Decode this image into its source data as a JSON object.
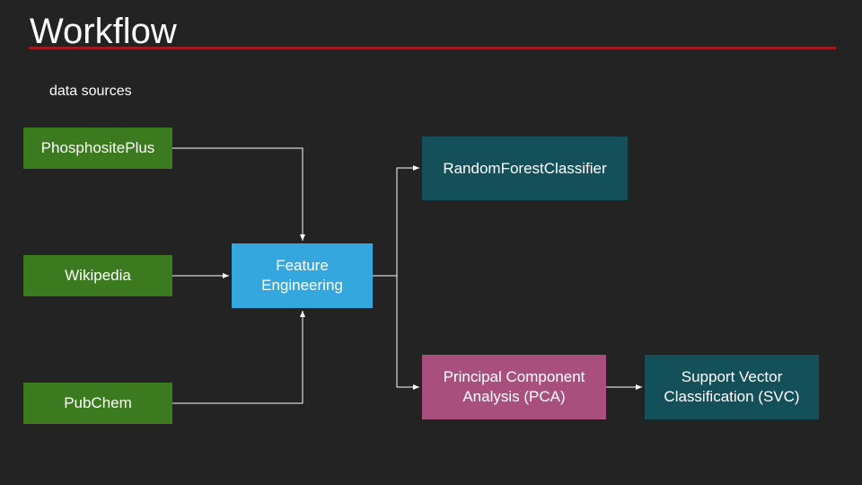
{
  "slide": {
    "title": "Workflow",
    "section_label": "data sources"
  },
  "sources": {
    "phosphositeplus": "PhosphositePlus",
    "wikipedia": "Wikipedia",
    "pubchem": "PubChem"
  },
  "feature_engineering": {
    "line1": "Feature",
    "line2": "Engineering"
  },
  "models": {
    "random_forest": "RandomForestClassifier",
    "pca_line1": "Principal Component",
    "pca_line2": "Analysis (PCA)",
    "svc_line1": "Support Vector",
    "svc_line2": "Classification (SVC)"
  },
  "colors": {
    "background": "#232323",
    "title_rule": "#9e1b24",
    "source_box": "#3b7a1e",
    "feature_box": "#34a7df",
    "dark_teal_box": "#13505a",
    "pca_box": "#a84f7e",
    "connector": "#ffffff"
  }
}
